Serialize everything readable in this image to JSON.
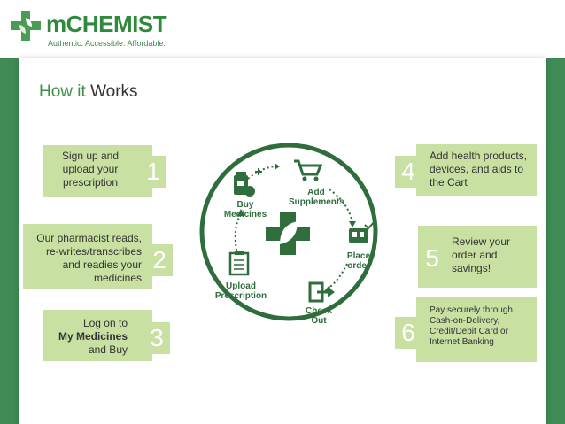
{
  "brand": {
    "name": "mCHEMIST",
    "tagline": "Authentic. Accessible. Affordable.",
    "color": "#2f8a3b"
  },
  "title": {
    "accent": "How it",
    "rest": "Works"
  },
  "steps": [
    {
      "number": "1",
      "text": "Sign up and upload your prescription"
    },
    {
      "number": "2",
      "text": "Our pharmacist reads, re-writes/transcribes and readies your medicines"
    },
    {
      "number": "3",
      "text_before": "Log on to",
      "bold": "My Medicines",
      "text_after": "and Buy"
    },
    {
      "number": "4",
      "text": "Add health products, devices, and aids to the Cart"
    },
    {
      "number": "5",
      "text": "Review your order and savings!"
    },
    {
      "number": "6",
      "text": "Pay securely through Cash-on-Delivery, Credit/Debit Card or Internet Banking"
    }
  ],
  "cycle": {
    "stages": [
      {
        "label": "Buy Medicines",
        "icon": "medicine-bottle-plus-icon"
      },
      {
        "label": "Add Supplements",
        "icon": "shopping-cart-icon"
      },
      {
        "label": "Place order",
        "icon": "order-check-icon"
      },
      {
        "label": "Check Out",
        "icon": "checkout-arrow-icon"
      },
      {
        "label": "Upload Prescription",
        "icon": "prescription-clipboard-icon"
      }
    ],
    "center_icon": "cross-leaf-icon"
  },
  "colors": {
    "band": "#3f8a55",
    "step_box": "#c8e0a2",
    "cycle_green": "#2f6e3c"
  }
}
